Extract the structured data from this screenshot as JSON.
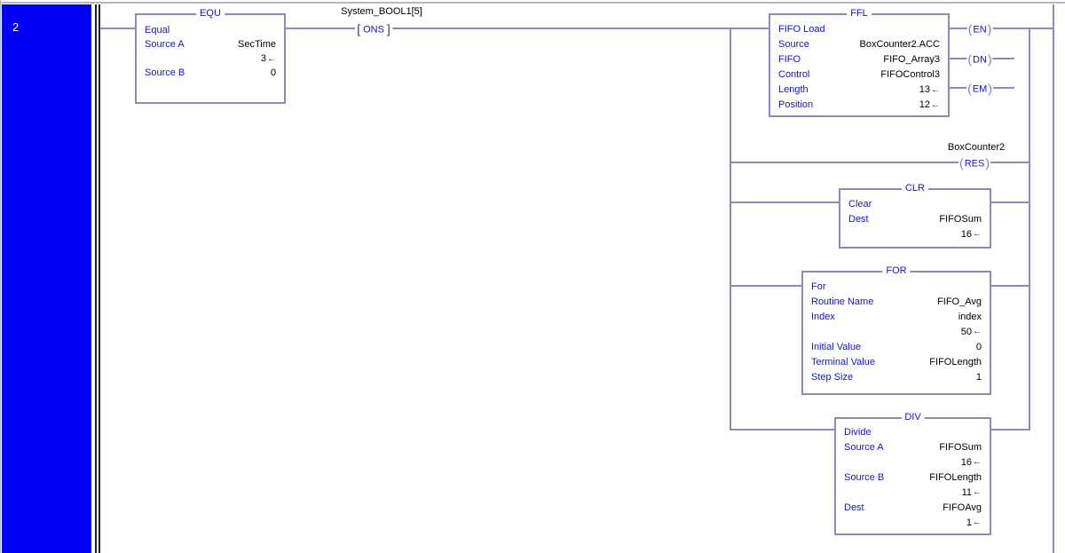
{
  "colors": {
    "rung_panel": "#0000f6",
    "wire": "#8a8ac0",
    "left_rail": "#1a1a2e",
    "instruction_text": "#1414c8",
    "operand_text": "#000000",
    "value_arrow": "#000080"
  },
  "glyphs": {
    "coil_open": "(",
    "coil_close": ")",
    "ons_open": "[",
    "ons_close": "]"
  },
  "rung": {
    "number": "2"
  },
  "equ": {
    "mnemonic": "EQU",
    "rows": [
      {
        "label": "Equal",
        "value": "",
        "arrow": ""
      },
      {
        "label": "Source A",
        "value": "SecTime",
        "arrow": ""
      },
      {
        "label": "",
        "value": "3",
        "arrow": "←"
      },
      {
        "label": "Source B",
        "value": "0",
        "arrow": ""
      }
    ]
  },
  "ons": {
    "tag": "System_BOOL1[5]",
    "mnemonic": "ONS"
  },
  "ffl": {
    "mnemonic": "FFL",
    "rows": [
      {
        "label": "FIFO Load",
        "value": "",
        "arrow": ""
      },
      {
        "label": "Source",
        "value": "BoxCounter2.ACC",
        "arrow": ""
      },
      {
        "label": "FIFO",
        "value": "FIFO_Array3",
        "arrow": ""
      },
      {
        "label": "Control",
        "value": "FIFOControl3",
        "arrow": ""
      },
      {
        "label": "Length",
        "value": "13",
        "arrow": "←"
      },
      {
        "label": "Position",
        "value": "12",
        "arrow": "←"
      }
    ],
    "coils": {
      "en": "EN",
      "dn": "DN",
      "em": "EM"
    }
  },
  "res": {
    "tag": "BoxCounter2",
    "coil": "RES"
  },
  "clr": {
    "mnemonic": "CLR",
    "rows": [
      {
        "label": "Clear",
        "value": "",
        "arrow": ""
      },
      {
        "label": "Dest",
        "value": "FIFOSum",
        "arrow": ""
      },
      {
        "label": "",
        "value": "16",
        "arrow": "←"
      }
    ]
  },
  "for": {
    "mnemonic": "FOR",
    "rows": [
      {
        "label": "For",
        "value": "",
        "arrow": ""
      },
      {
        "label": "Routine Name",
        "value": "FIFO_Avg",
        "arrow": ""
      },
      {
        "label": "Index",
        "value": "index",
        "arrow": ""
      },
      {
        "label": "",
        "value": "50",
        "arrow": "←"
      },
      {
        "label": "Initial Value",
        "value": "0",
        "arrow": ""
      },
      {
        "label": "Terminal Value",
        "value": "FIFOLength",
        "arrow": ""
      },
      {
        "label": "Step Size",
        "value": "1",
        "arrow": ""
      }
    ]
  },
  "div": {
    "mnemonic": "DIV",
    "rows": [
      {
        "label": "Divide",
        "value": "",
        "arrow": ""
      },
      {
        "label": "Source A",
        "value": "FIFOSum",
        "arrow": ""
      },
      {
        "label": "",
        "value": "16",
        "arrow": "←"
      },
      {
        "label": "Source B",
        "value": "FIFOLength",
        "arrow": ""
      },
      {
        "label": "",
        "value": "11",
        "arrow": "←"
      },
      {
        "label": "Dest",
        "value": "FIFOAvg",
        "arrow": ""
      },
      {
        "label": "",
        "value": "1",
        "arrow": "←"
      }
    ]
  }
}
